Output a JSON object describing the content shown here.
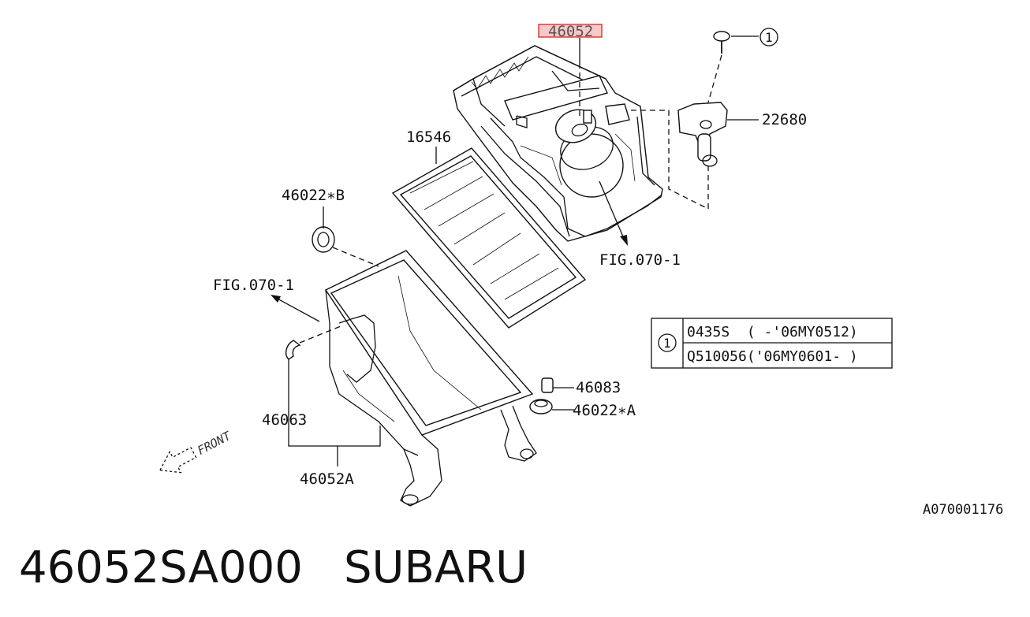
{
  "callouts": {
    "highlighted": "46052",
    "ref_1": "1",
    "p22680": "22680",
    "p16546": "16546",
    "p46022b": "46022∗B",
    "fig_right": "FIG.070-1",
    "fig_left": "FIG.070-1",
    "p46083": "46083",
    "p46022a": "46022∗A",
    "p46063": "46063",
    "p46052a": "46052A",
    "front": "FRONT",
    "diagram_code": "A070001176"
  },
  "ref_table": {
    "symbol": "1",
    "rows": [
      "0435S  ( -'06MY0512)",
      "Q510056('06MY0601- )"
    ]
  },
  "colors": {
    "highlight": "#e03c3c",
    "highlight_fill": "#f6c8c8",
    "ink": "#111111"
  },
  "footer": {
    "part_number": "46052SA000",
    "brand": "SUBARU"
  }
}
